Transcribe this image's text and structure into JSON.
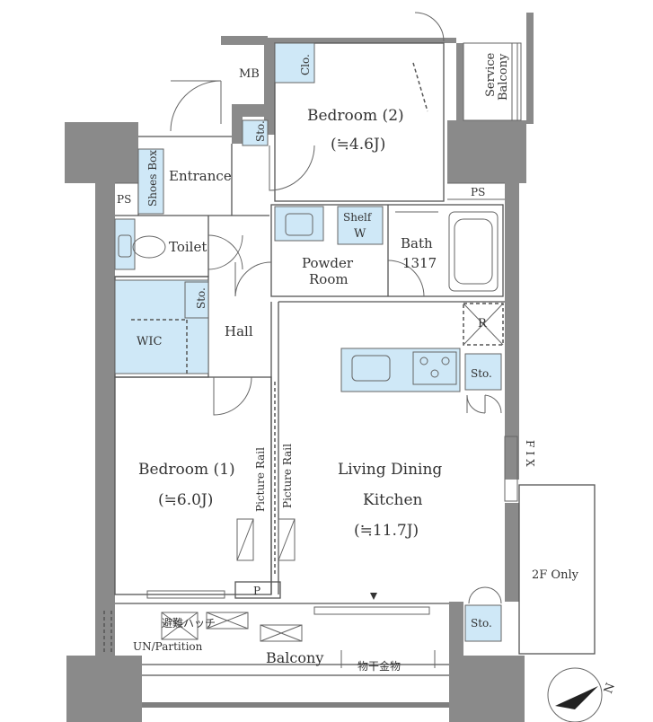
{
  "plan": {
    "colors": {
      "wall": "#8a8a8a",
      "storage_fill": "#cfe8f7",
      "text": "#333333"
    },
    "rooms": {
      "bedroom2_label": "Bedroom (2)",
      "bedroom2_size": "(≒4.6J)",
      "bedroom1_label": "Bedroom (1)",
      "bedroom1_size": "(≒6.0J)",
      "ldk_line1": "Living Dining",
      "ldk_line2": "Kitchen",
      "ldk_size": "(≒11.7J)",
      "entrance": "Entrance",
      "toilet": "Toilet",
      "hall": "Hall",
      "powder_line1": "Powder",
      "powder_line2": "Room",
      "bath": "Bath",
      "bath_size": "1317",
      "wic": "WIC",
      "balcony": "Balcony",
      "service_balcony_line1": "Service",
      "service_balcony_line2": "Balcony",
      "second_floor_only": "2F Only"
    },
    "labels": {
      "mb": "MB",
      "clo": "Clo.",
      "sto": "Sto.",
      "shoes_box": "Shoes Box",
      "ps": "PS",
      "shelf": "Shelf",
      "w": "W",
      "r": "R",
      "p": "P",
      "fix": "FIX",
      "picture_rail": "Picture Rail",
      "un_partition": "UN/Partition",
      "emergency_hatch": "避難ハッチ",
      "clothes_hanger": "物干金物",
      "north": "N"
    }
  }
}
